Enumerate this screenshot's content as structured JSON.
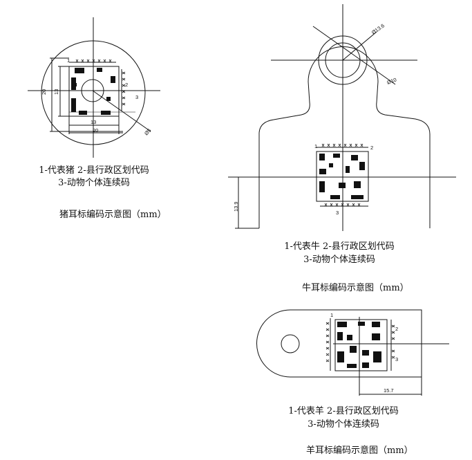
{
  "pig": {
    "legend_line1": "1-代表猪 2-县行政区划代码",
    "legend_line2": "3-动物个体连续码",
    "title": "猪耳标编码示意图（mm）",
    "dim_outer": "20",
    "dim_inner": "13",
    "dim_width_inner": "13",
    "dim_width_outer": "20",
    "dim_hole": "Ø5",
    "label_1": "1",
    "label_2": "2",
    "label_3": "3"
  },
  "cattle": {
    "legend_line1": "1-代表牛 2-县行政区划代码",
    "legend_line2": "3-动物个体连续码",
    "title": "牛耳标编码示意图（mm）",
    "dim_outer_circle": "Ø13.6",
    "dim_inner_circle": "Ø10",
    "dim_height": "13.9",
    "label_1": "1",
    "label_2": "2",
    "label_3": "3"
  },
  "sheep": {
    "legend_line1": "1-代表羊 2-县行政区划代码",
    "legend_line2": "3-动物个体连续码",
    "title": "羊耳标编码示意图（mm）",
    "dim_width": "15.7",
    "label_1": "1",
    "label_2": "2",
    "label_3": "3"
  }
}
